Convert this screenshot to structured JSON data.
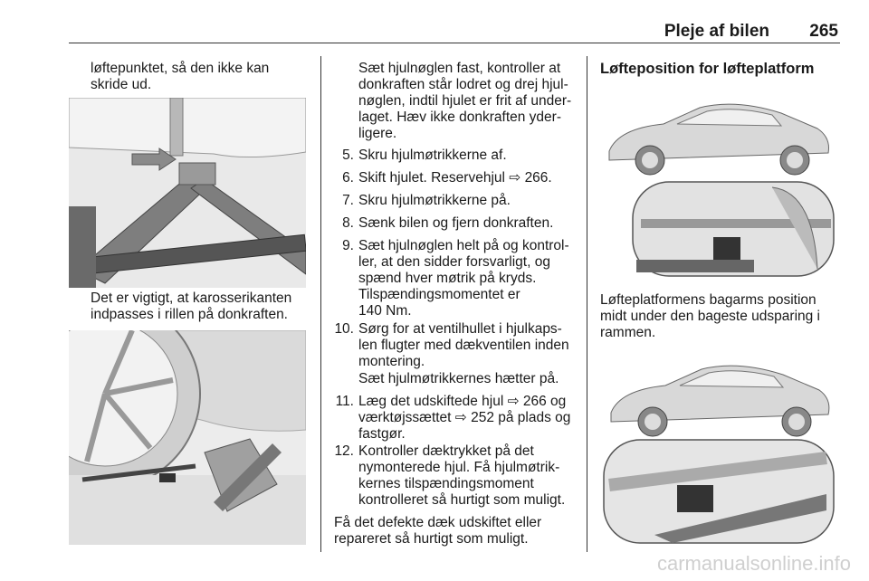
{
  "header": {
    "title": "Pleje af bilen",
    "page_number": "265"
  },
  "left_column": {
    "intro": [
      "løftepunktet, så den ikke kan",
      "skride ud."
    ],
    "caption": [
      "Det er vigtigt, at karosserikanten",
      "indpasses i rillen på donkraften."
    ]
  },
  "middle_column": {
    "continuation": [
      "Sæt hjulnøglen fast, kontroller at",
      "donkraften står lodret og drej hjul-",
      "nøglen, indtil hjulet er frit af under-",
      "laget. Hæv ikke donkraften yder-",
      "ligere."
    ],
    "steps": [
      {
        "num": "5.",
        "lines": [
          "Skru hjulmøtrikkerne af."
        ]
      },
      {
        "num": "6.",
        "lines": [
          "Skift hjulet. Reservehjul ⇨ 266."
        ]
      },
      {
        "num": "7.",
        "lines": [
          "Skru hjulmøtrikkerne på."
        ]
      },
      {
        "num": "8.",
        "lines": [
          "Sænk bilen og fjern donkraften."
        ]
      },
      {
        "num": "9.",
        "lines": [
          "Sæt hjulnøglen helt på og kontrol-",
          "ler, at den sidder forsvarligt, og",
          "spænd hver møtrik på kryds.",
          "Tilspændingsmomentet er",
          "140 Nm."
        ]
      },
      {
        "num": "10.",
        "lines": [
          "Sørg for at ventilhullet i hjulkaps-",
          "len flugter med dækventilen inden",
          "montering."
        ]
      },
      {
        "num": "",
        "lines": [
          "Sæt hjulmøtrikkernes hætter på."
        ]
      },
      {
        "num": "11.",
        "lines": [
          "Læg det udskiftede hjul ⇨ 266 og",
          "værktøjssættet ⇨ 252 på plads og",
          "fastgør."
        ]
      },
      {
        "num": "12.",
        "lines": [
          "Kontroller dæktrykket på det",
          "nymonterede hjul. Få hjulmøtrik-",
          "kernes tilspændingsmoment",
          "kontrolleret så hurtigt som muligt."
        ]
      }
    ],
    "closing": [
      "Få det defekte dæk udskiftet eller",
      "repareret så hurtigt som muligt."
    ]
  },
  "right_column": {
    "heading": "Løfteposition for løfteplatform",
    "caption": [
      "Løfteplatformens bagarms position",
      "midt under den bageste udsparing i",
      "rammen."
    ]
  },
  "watermark": "carmanualsonline.info"
}
